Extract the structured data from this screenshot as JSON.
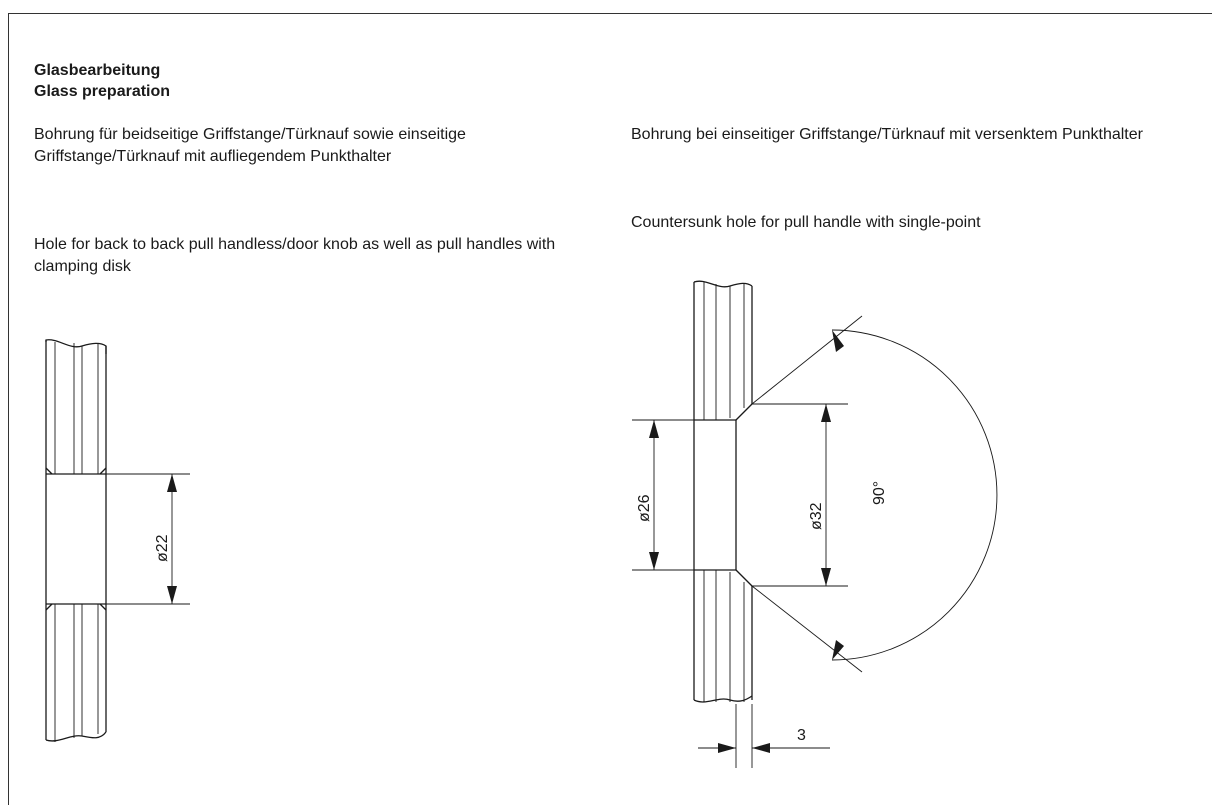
{
  "heading": {
    "line1": "Glasbearbeitung",
    "line2": "Glass preparation"
  },
  "left": {
    "text_de": "Bohrung für beidseitige Griffstange/Türknauf sowie einseitige Griffstange/Türknauf mit aufliegendem Punkthalter",
    "text_en": "Hole for back to back pull handless/door knob as well as pull handles with clamping disk",
    "dimension": "ø22"
  },
  "right": {
    "text_de": "Bohrung bei einseitiger Griffstange/Türknauf mit versenktem Punkthalter",
    "text_en": "Countersunk hole for pull handle with single-point",
    "dimension_inner": "ø26",
    "dimension_outer": "ø32",
    "angle": "90°",
    "depth": "3"
  }
}
